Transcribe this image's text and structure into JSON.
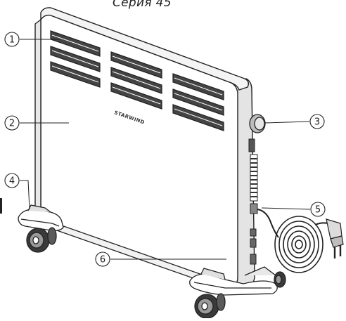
{
  "title": "Серия 45",
  "brand": "STARWIND",
  "callouts": [
    {
      "number": "1",
      "part": "air-outlet-grille"
    },
    {
      "number": "2",
      "part": "front-panel"
    },
    {
      "number": "3",
      "part": "thermostat-knob"
    },
    {
      "number": "4",
      "part": "foot-left"
    },
    {
      "number": "5",
      "part": "power-cord"
    },
    {
      "number": "6",
      "part": "foot-crossbar"
    }
  ],
  "colors": {
    "line": "#222222",
    "panel": "#ffffff",
    "shade": "#d9d9d9",
    "dark": "#555555"
  }
}
